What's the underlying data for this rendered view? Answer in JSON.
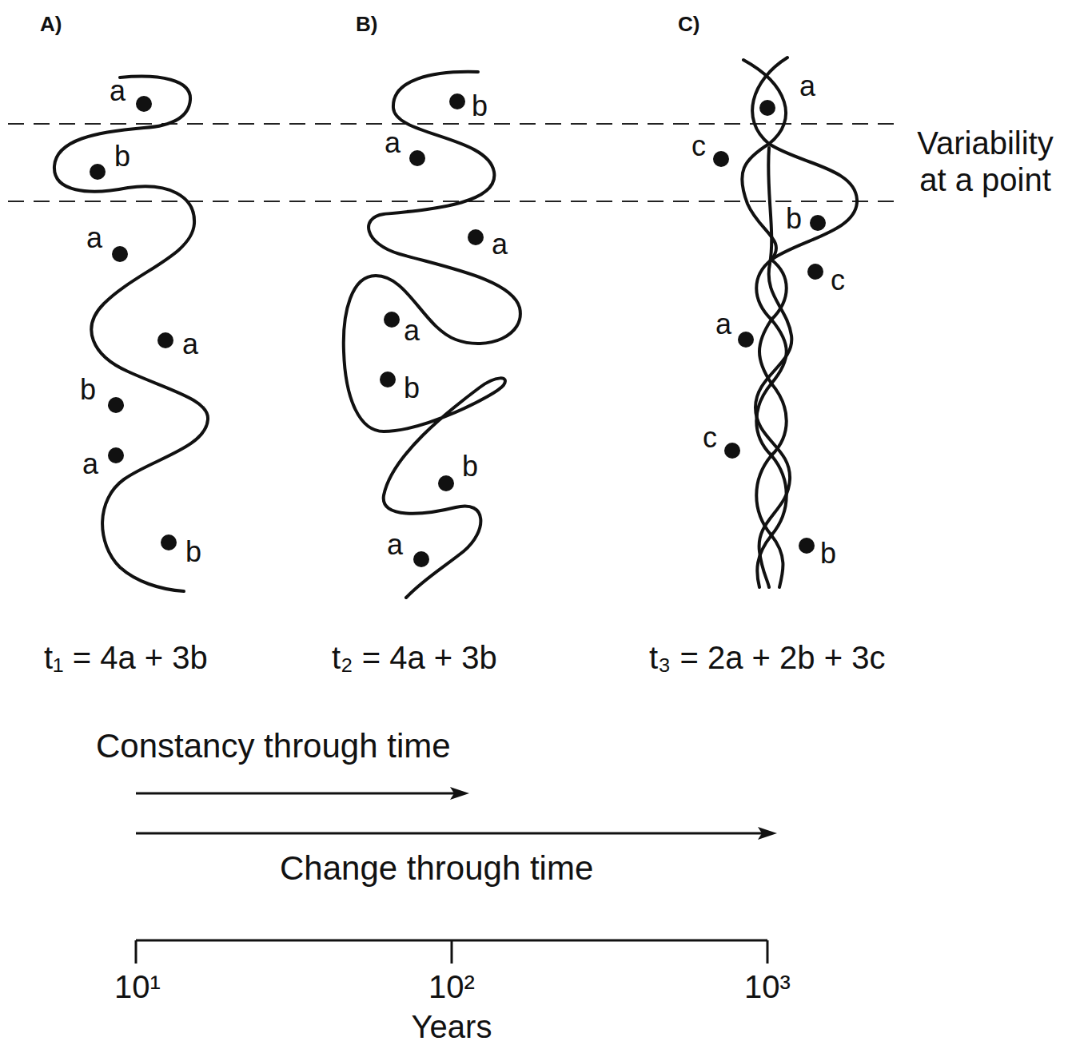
{
  "diagram": {
    "labels": [
      "A)",
      "B)",
      "C)",
      "a",
      "b",
      "a",
      "a",
      "b",
      "a",
      "b",
      "b",
      "a",
      "a",
      "a",
      "b",
      "b",
      "a",
      "a",
      "c",
      "b",
      "c",
      "a",
      "c",
      "b",
      "Variability at a point",
      "t₁ = 4a + 3b",
      "t₂ = 4a + 3b",
      "t₃ = 2a + 2b + 3c",
      "Constancy through time",
      "Change through time",
      "10¹",
      "10²",
      "10³",
      "Years"
    ]
  }
}
